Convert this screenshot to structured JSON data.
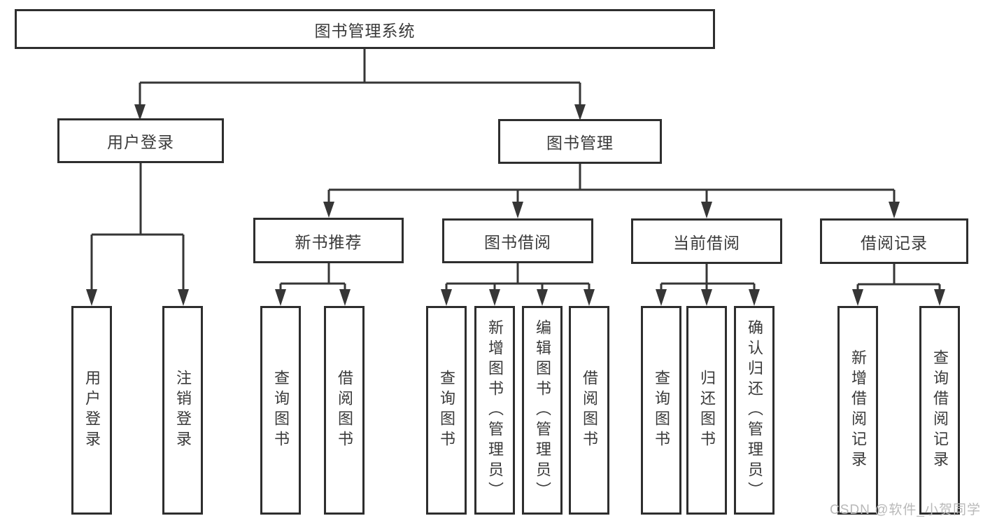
{
  "colors": {
    "line": "#363636",
    "box_border": "#2e2e2e",
    "text": "#3a3a3a",
    "watermark": "#b9b9b9",
    "background": "#ffffff"
  },
  "root": {
    "label": "图书管理系统"
  },
  "level2": [
    {
      "id": "user-login",
      "label": "用户登录"
    },
    {
      "id": "book-management",
      "label": "图书管理"
    }
  ],
  "level3": [
    {
      "id": "new-book-recommendation",
      "label": "新书推荐",
      "parent": "图书管理"
    },
    {
      "id": "book-borrowing",
      "label": "图书借阅",
      "parent": "图书管理"
    },
    {
      "id": "current-borrowing",
      "label": "当前借阅",
      "parent": "图书管理"
    },
    {
      "id": "borrowing-records",
      "label": "借阅记录",
      "parent": "图书管理"
    }
  ],
  "leaves": [
    {
      "label": "用户登录",
      "parent": "用户登录"
    },
    {
      "label": "注销登录",
      "parent": "用户登录"
    },
    {
      "label": "查询图书",
      "parent": "新书推荐"
    },
    {
      "label": "借阅图书",
      "parent": "新书推荐"
    },
    {
      "label": "查询图书",
      "parent": "图书借阅"
    },
    {
      "label": "新增图书（管理员）",
      "parent": "图书借阅"
    },
    {
      "label": "编辑图书（管理员）",
      "parent": "图书借阅"
    },
    {
      "label": "借阅图书",
      "parent": "图书借阅"
    },
    {
      "label": "查询图书",
      "parent": "当前借阅"
    },
    {
      "label": "归还图书",
      "parent": "当前借阅"
    },
    {
      "label": "确认归还（管理员）",
      "parent": "当前借阅"
    },
    {
      "label": "新增借阅记录",
      "parent": "借阅记录"
    },
    {
      "label": "查询借阅记录",
      "parent": "借阅记录"
    }
  ],
  "watermark": {
    "text": "CSDN @软件_小贺同学"
  }
}
